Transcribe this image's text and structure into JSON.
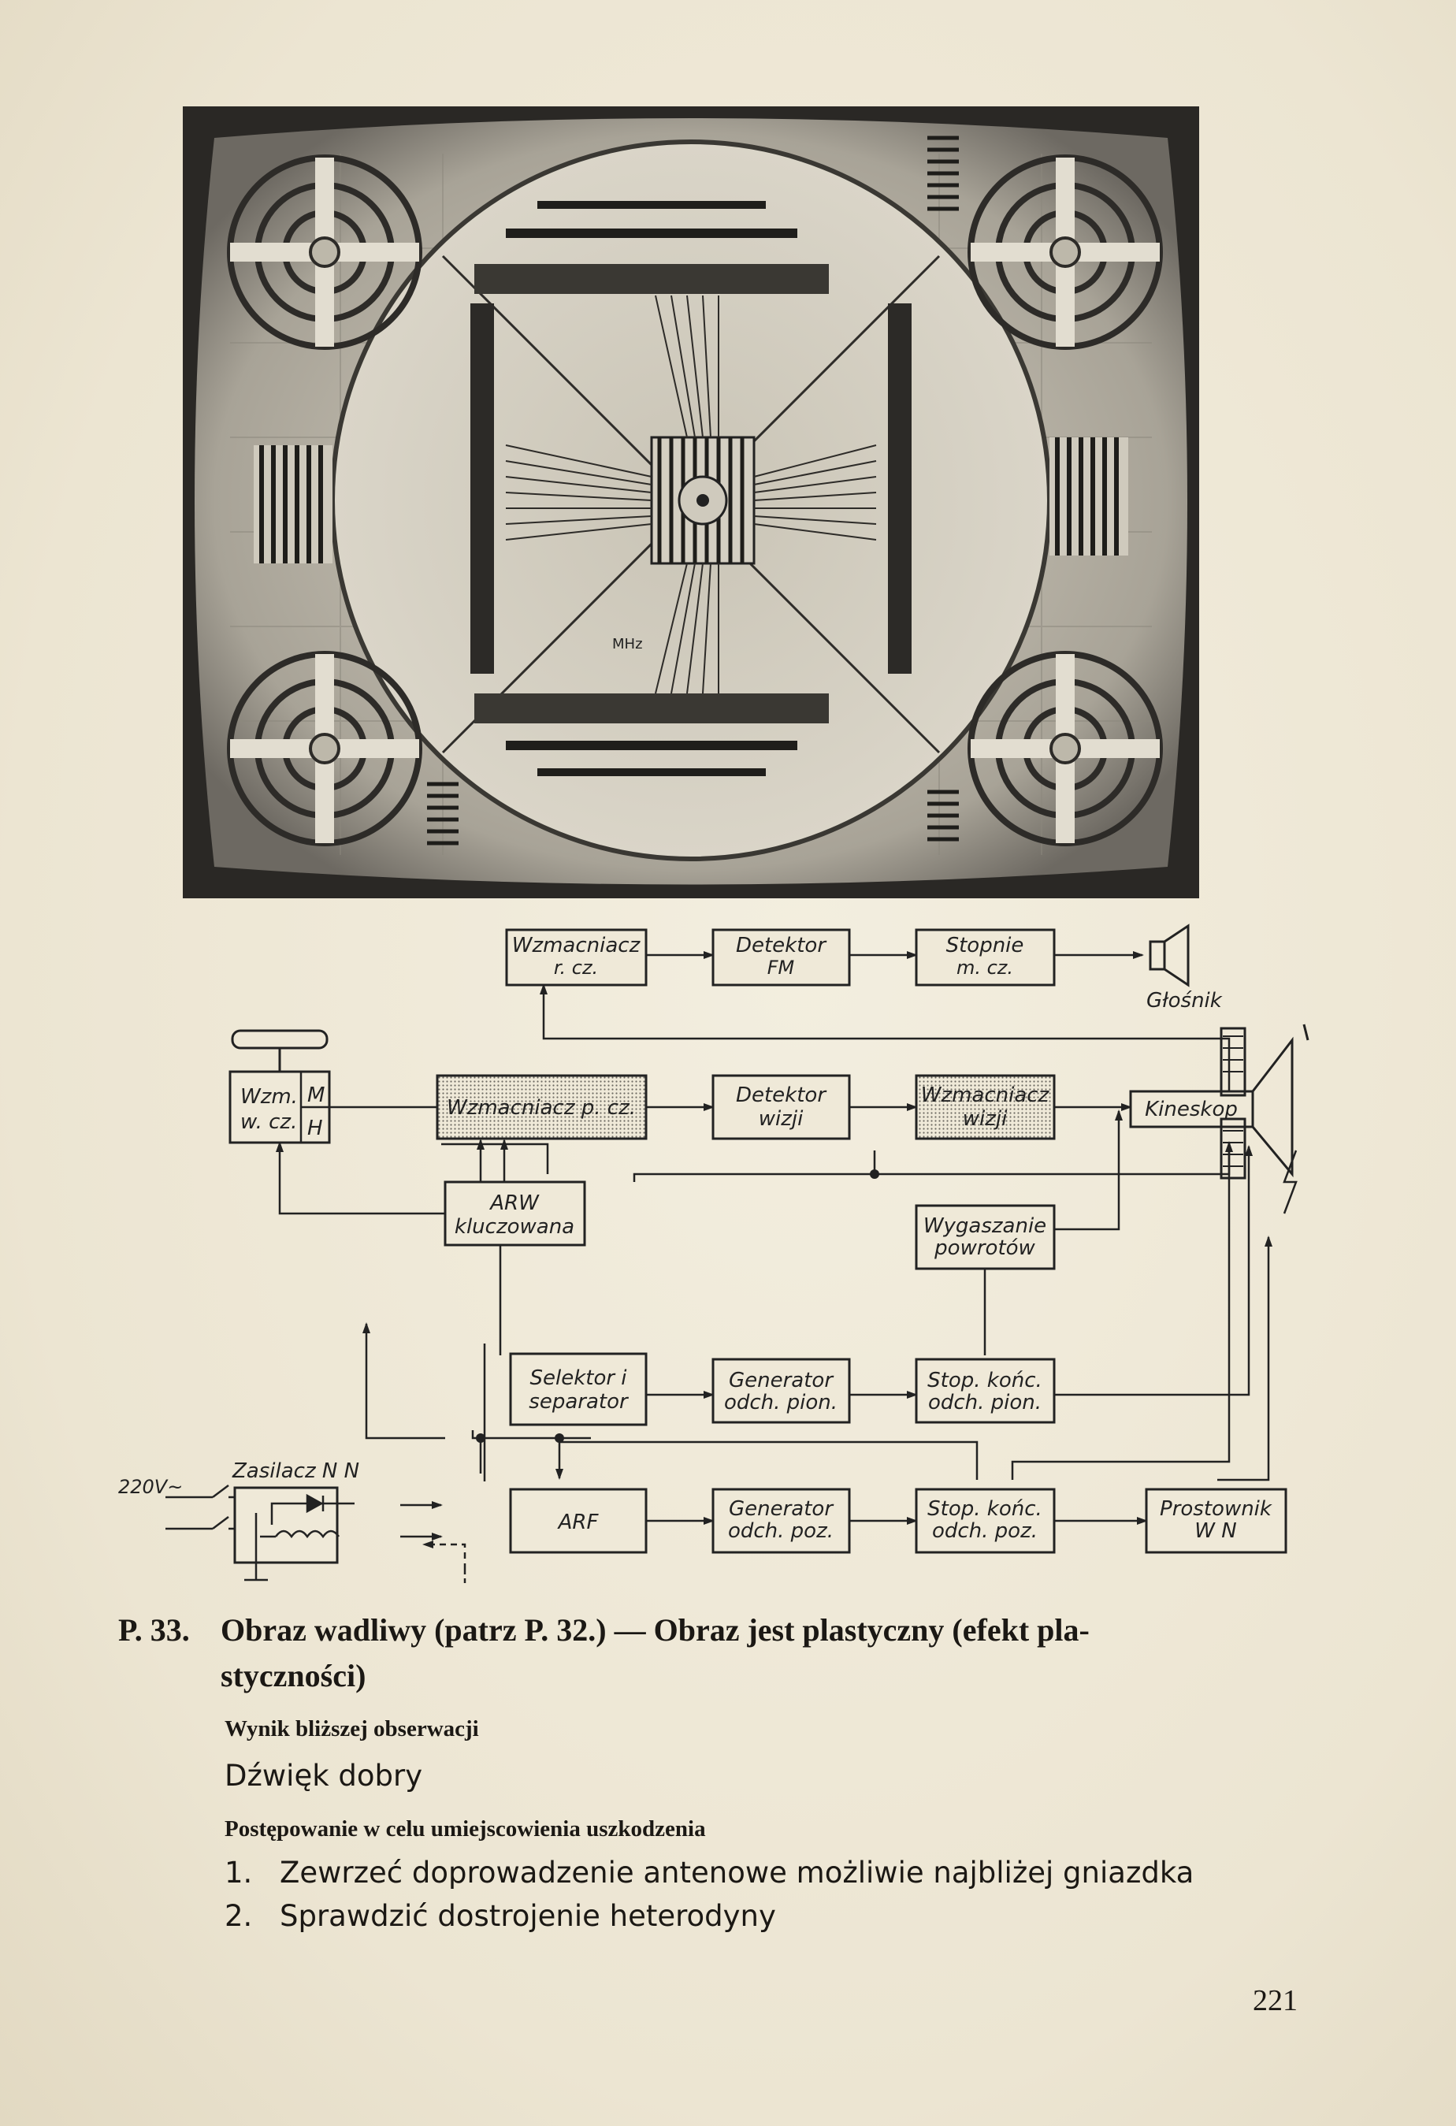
{
  "figure_title": "",
  "diagram": {
    "blocks": {
      "wzm_rcz": [
        "Wzmacniacz",
        "r. cz."
      ],
      "det_fm": [
        "Detektor",
        "FM"
      ],
      "stopnie_mcz": [
        "Stopnie",
        "m. cz."
      ],
      "glosnik": "Głośnik",
      "wzm_wcz": [
        "Wzm.",
        "w. cz."
      ],
      "m": "M",
      "h": "H",
      "wzm_pcz": "Wzmacniacz p. cz.",
      "det_wizji": [
        "Detektor",
        "wizji"
      ],
      "wzm_wizji": [
        "Wzmacniacz",
        "wizji"
      ],
      "kineskop": "Kineskop",
      "arw": [
        "ARW",
        "kluczowana"
      ],
      "wygaszanie": [
        "Wygaszanie",
        "powrotów"
      ],
      "selektor": [
        "Selektor i",
        "separator"
      ],
      "gen_pion": [
        "Generator",
        "odch. pion."
      ],
      "stop_pion": [
        "Stop. końc.",
        "odch. pion."
      ],
      "zasilacz": "Zasilacz N N",
      "v220": "220V~",
      "arf": "ARF",
      "gen_poz": [
        "Generator",
        "odch. poz."
      ],
      "stop_poz": [
        "Stop. końc.",
        "odch. poz."
      ],
      "prostownik": [
        "Prostownik",
        "W N"
      ]
    }
  },
  "caption": {
    "number": "P. 33.",
    "line1": "Obraz wadliwy (patrz P. 32.) — Obraz jest plastyczny (efekt pla-",
    "line2": "styczności)"
  },
  "observation": {
    "heading": "Wynik bliższej obserwacji",
    "text": "Dźwięk dobry"
  },
  "procedure": {
    "heading": "Postępowanie w celu umiejscowienia uszkodzenia",
    "items": [
      {
        "index": "1.",
        "text": "Zewrzeć doprowadzenie antenowe możliwie najbliżej gniazdka"
      },
      {
        "index": "2.",
        "text": "Sprawdzić dostrojenie heterodyny"
      }
    ]
  },
  "page_number": "221"
}
